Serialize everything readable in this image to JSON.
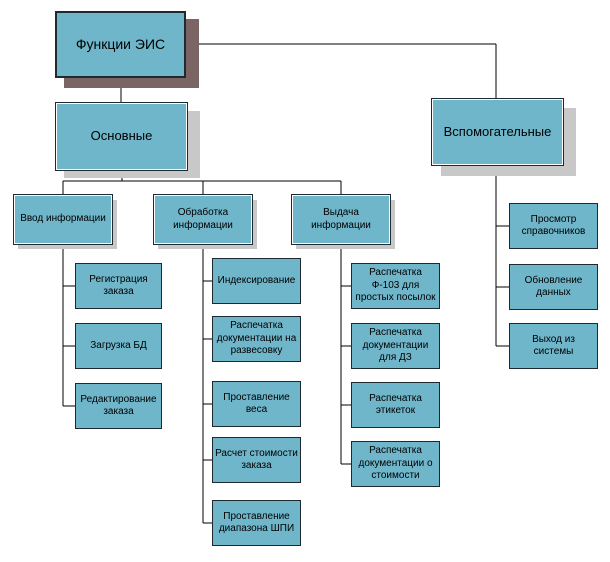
{
  "diagram": {
    "root": "Функции ЭИС",
    "main": "Основные",
    "auxiliary": "Вспомогательные",
    "input": {
      "label": "Ввод информации",
      "items": [
        "Регистрация заказа",
        "Загрузка БД",
        "Редактирование заказа"
      ]
    },
    "processing": {
      "label": "Обработка информации",
      "items": [
        "Индексирование",
        "Распечатка документации на развесовку",
        "Проставление веса",
        "Расчет стоимости заказа",
        "Проставление диапазона ШПИ"
      ]
    },
    "output": {
      "label": "Выдача информации",
      "items": [
        "Распечатка Ф-103 для простых посылок",
        "Распечатка документации для ДЗ",
        "Распечатка этикеток",
        "Распечатка документации о стоимости"
      ]
    },
    "aux_items": [
      "Просмотр справочников",
      "Обновление данных",
      "Выход из системы"
    ]
  },
  "colors": {
    "box_fill": "#6fb6ca",
    "box_border": "#1e2a30",
    "shadow": "#c8c8c8",
    "root_shadow": "#7b6464"
  }
}
